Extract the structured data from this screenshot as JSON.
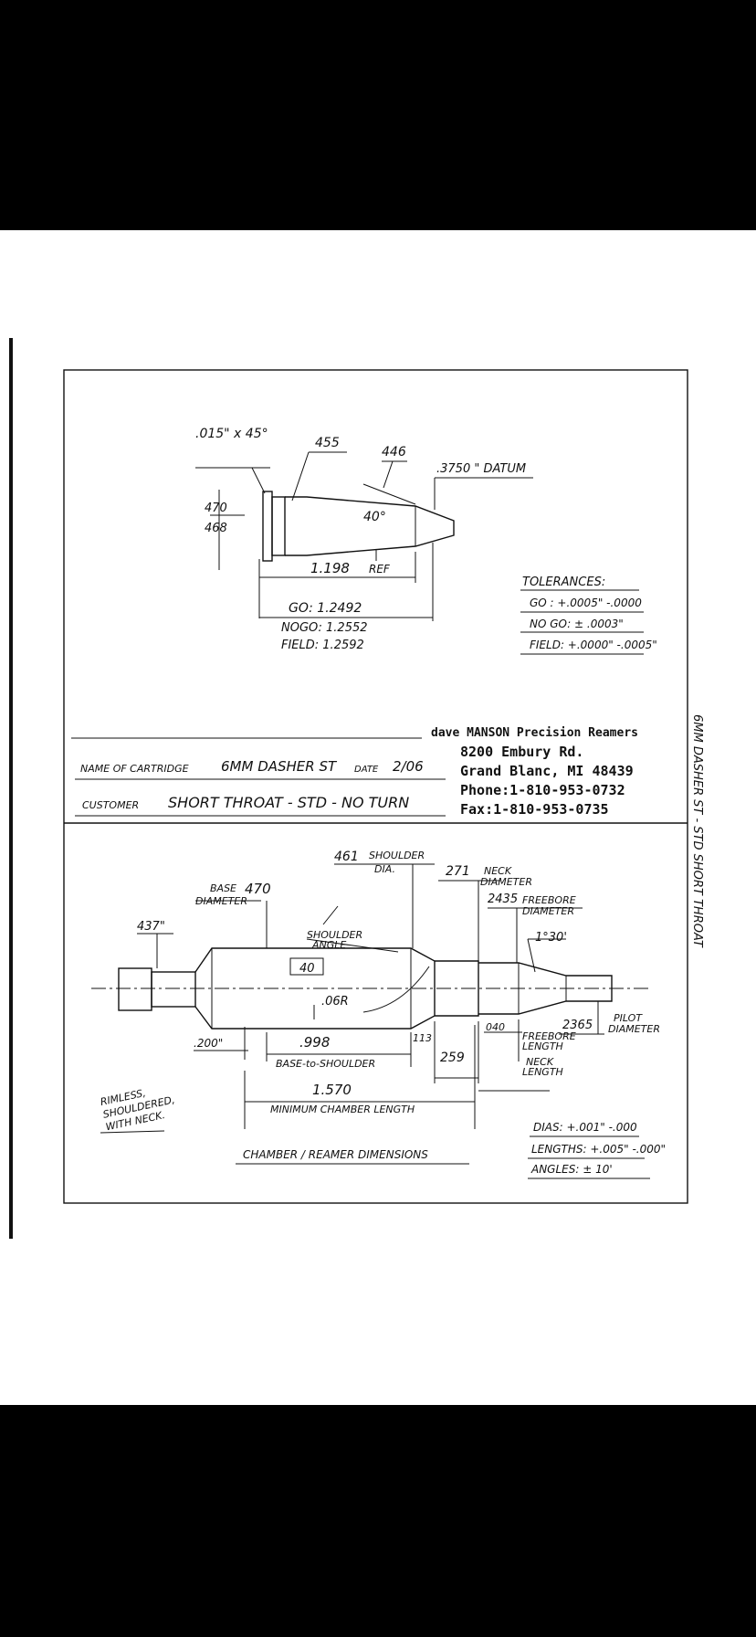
{
  "company": {
    "name": "dave MANSON Precision Reamers",
    "address": "8200 Embury Rd.",
    "city": "Grand Blanc, MI 48439",
    "phone": "Phone:1-810-953-0732",
    "fax": "Fax:1-810-953-0735"
  },
  "form": {
    "cartridge_label": "NAME OF CARTRIDGE",
    "cartridge_value": "6MM DASHER ST",
    "date_label": "DATE",
    "date_value": "2/06",
    "customer_label": "CUSTOMER",
    "customer_value": "SHORT THROAT - STD - NO TURN"
  },
  "side_note": "6MM DASHER ST - STD SHORT THROAT",
  "top_drawing": {
    "chamfer": ".015\" x 45°",
    "d455": "455",
    "d446": "446",
    "datum": ".3750 \" DATUM",
    "rim_top": "470",
    "rim_bottom": "468",
    "angle": "40°",
    "len_ref": "1.198",
    "ref": "REF",
    "go": "GO: 1.2492",
    "nogo": "NOGO: 1.2552",
    "field": "FIELD: 1.2592"
  },
  "tolerances": {
    "title": "TOLERANCES:",
    "go": "GO : +.0005\" -.0000",
    "nogo": "NO GO: ± .0003\"",
    "field": "FIELD: +.0000\" -.0005\""
  },
  "bottom_drawing": {
    "shoulder_val": "461",
    "shoulder_label": "SHOULDER",
    "dia": "DIA.",
    "neck_val": "271",
    "neck_label_1": "NECK",
    "neck_label_2": "DIAMETER",
    "freebore_val": "2435",
    "freebore_label_1": "FREEBORE",
    "freebore_label_2": "DIAMETER",
    "base_label": "BASE",
    "base_val": "470",
    "base_diameter": "DIAMETER",
    "rim_val": "437\"",
    "shoulder_angle_1": "SHOULDER",
    "shoulder_angle_2": "ANGLE",
    "angle_box": "40",
    "throat_angle": "1°30'",
    "radius": ".06R",
    "pilot_val": "2365",
    "pilot_label_1": "PILOT",
    "pilot_label_2": "DIAMETER",
    "rim_len": ".200\"",
    "base_shoulder_val": ".998",
    "base_shoulder_label": "BASE-to-SHOULDER",
    "shoulder_len": "113",
    "freebore_len_val": "040",
    "freebore_len_label_1": "FREEBORE",
    "freebore_len_label_2": "LENGTH",
    "neck_len_val": "259",
    "neck_len_label_1": "NECK",
    "neck_len_label_2": "LENGTH",
    "min_chamber_val": "1.570",
    "min_chamber_label": "MINIMUM CHAMBER LENGTH"
  },
  "notes": {
    "rimless_1": "RIMLESS,",
    "rimless_2": "SHOULDERED,",
    "rimless_3": "WITH NECK.",
    "caption": "CHAMBER / REAMER DIMENSIONS",
    "dias": "DIAS: +.001\" -.000",
    "lengths": "LENGTHS: +.005\" -.000\"",
    "angles": "ANGLES: ± 10'"
  }
}
